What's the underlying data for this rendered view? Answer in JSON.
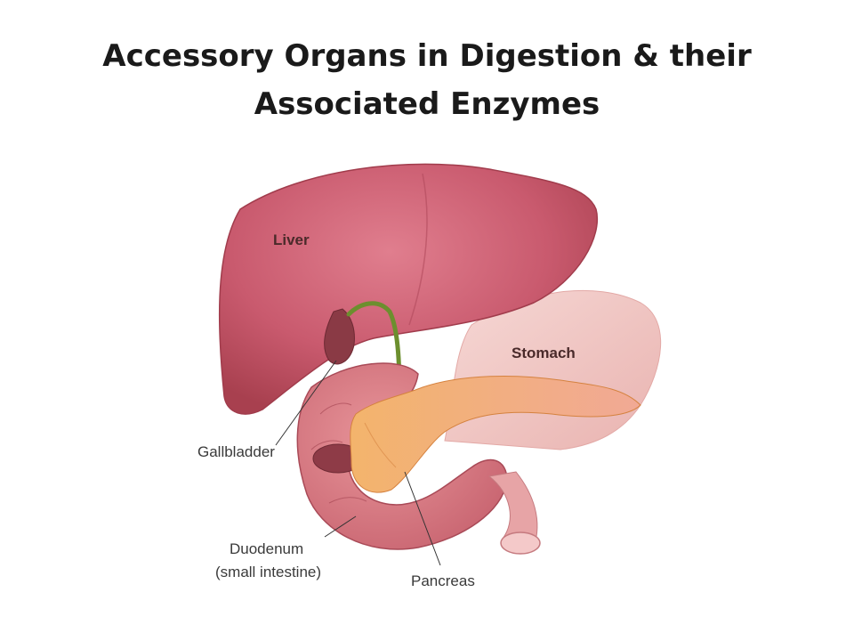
{
  "slide": {
    "title_line1": "Accessory Organs in Digestion & their",
    "title_line2": "Associated Enzymes"
  },
  "diagram": {
    "labels": {
      "liver": "Liver",
      "stomach": "Stomach",
      "gallbladder": "Gallbladder",
      "duodenum": "Duodenum",
      "duodenum_note": "(small intestine)",
      "pancreas": "Pancreas"
    }
  },
  "colors": {
    "liver": "#c95a6e",
    "stomach": "#f2c9c6",
    "pancreas": "#f0a25a",
    "duodenum": "#d87a80",
    "bile_duct": "#6c8f2e",
    "gallbladder": "#8a3a45"
  }
}
